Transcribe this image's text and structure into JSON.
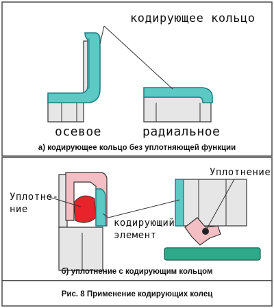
{
  "labels": {
    "coding_ring": "кодирующее кольцо",
    "axial": "осевое",
    "radial": "радиальное",
    "seal_left_line1": "Уплотне-",
    "seal_left_line2": "ние",
    "coding_element_line1": "кодирующий",
    "coding_element_line2": "элемент",
    "seal_right": "Уплотнение"
  },
  "captions": {
    "panel_a": "а) кодирующее кольцо без уплотняющей функции",
    "panel_b": "б) уплотнение с кодирующим кольцом",
    "figure": "Рис. 8 Применение кодирующих колец"
  },
  "colors": {
    "frame": "#4a4a4a",
    "metal": "#e6e6e6",
    "coding_ring": "#5dc9c4",
    "ring_outline": "#1f7f86",
    "seal_pink": "#f4bfc4",
    "seal_red": "#e8232a",
    "base_green": "#2fa98a"
  }
}
